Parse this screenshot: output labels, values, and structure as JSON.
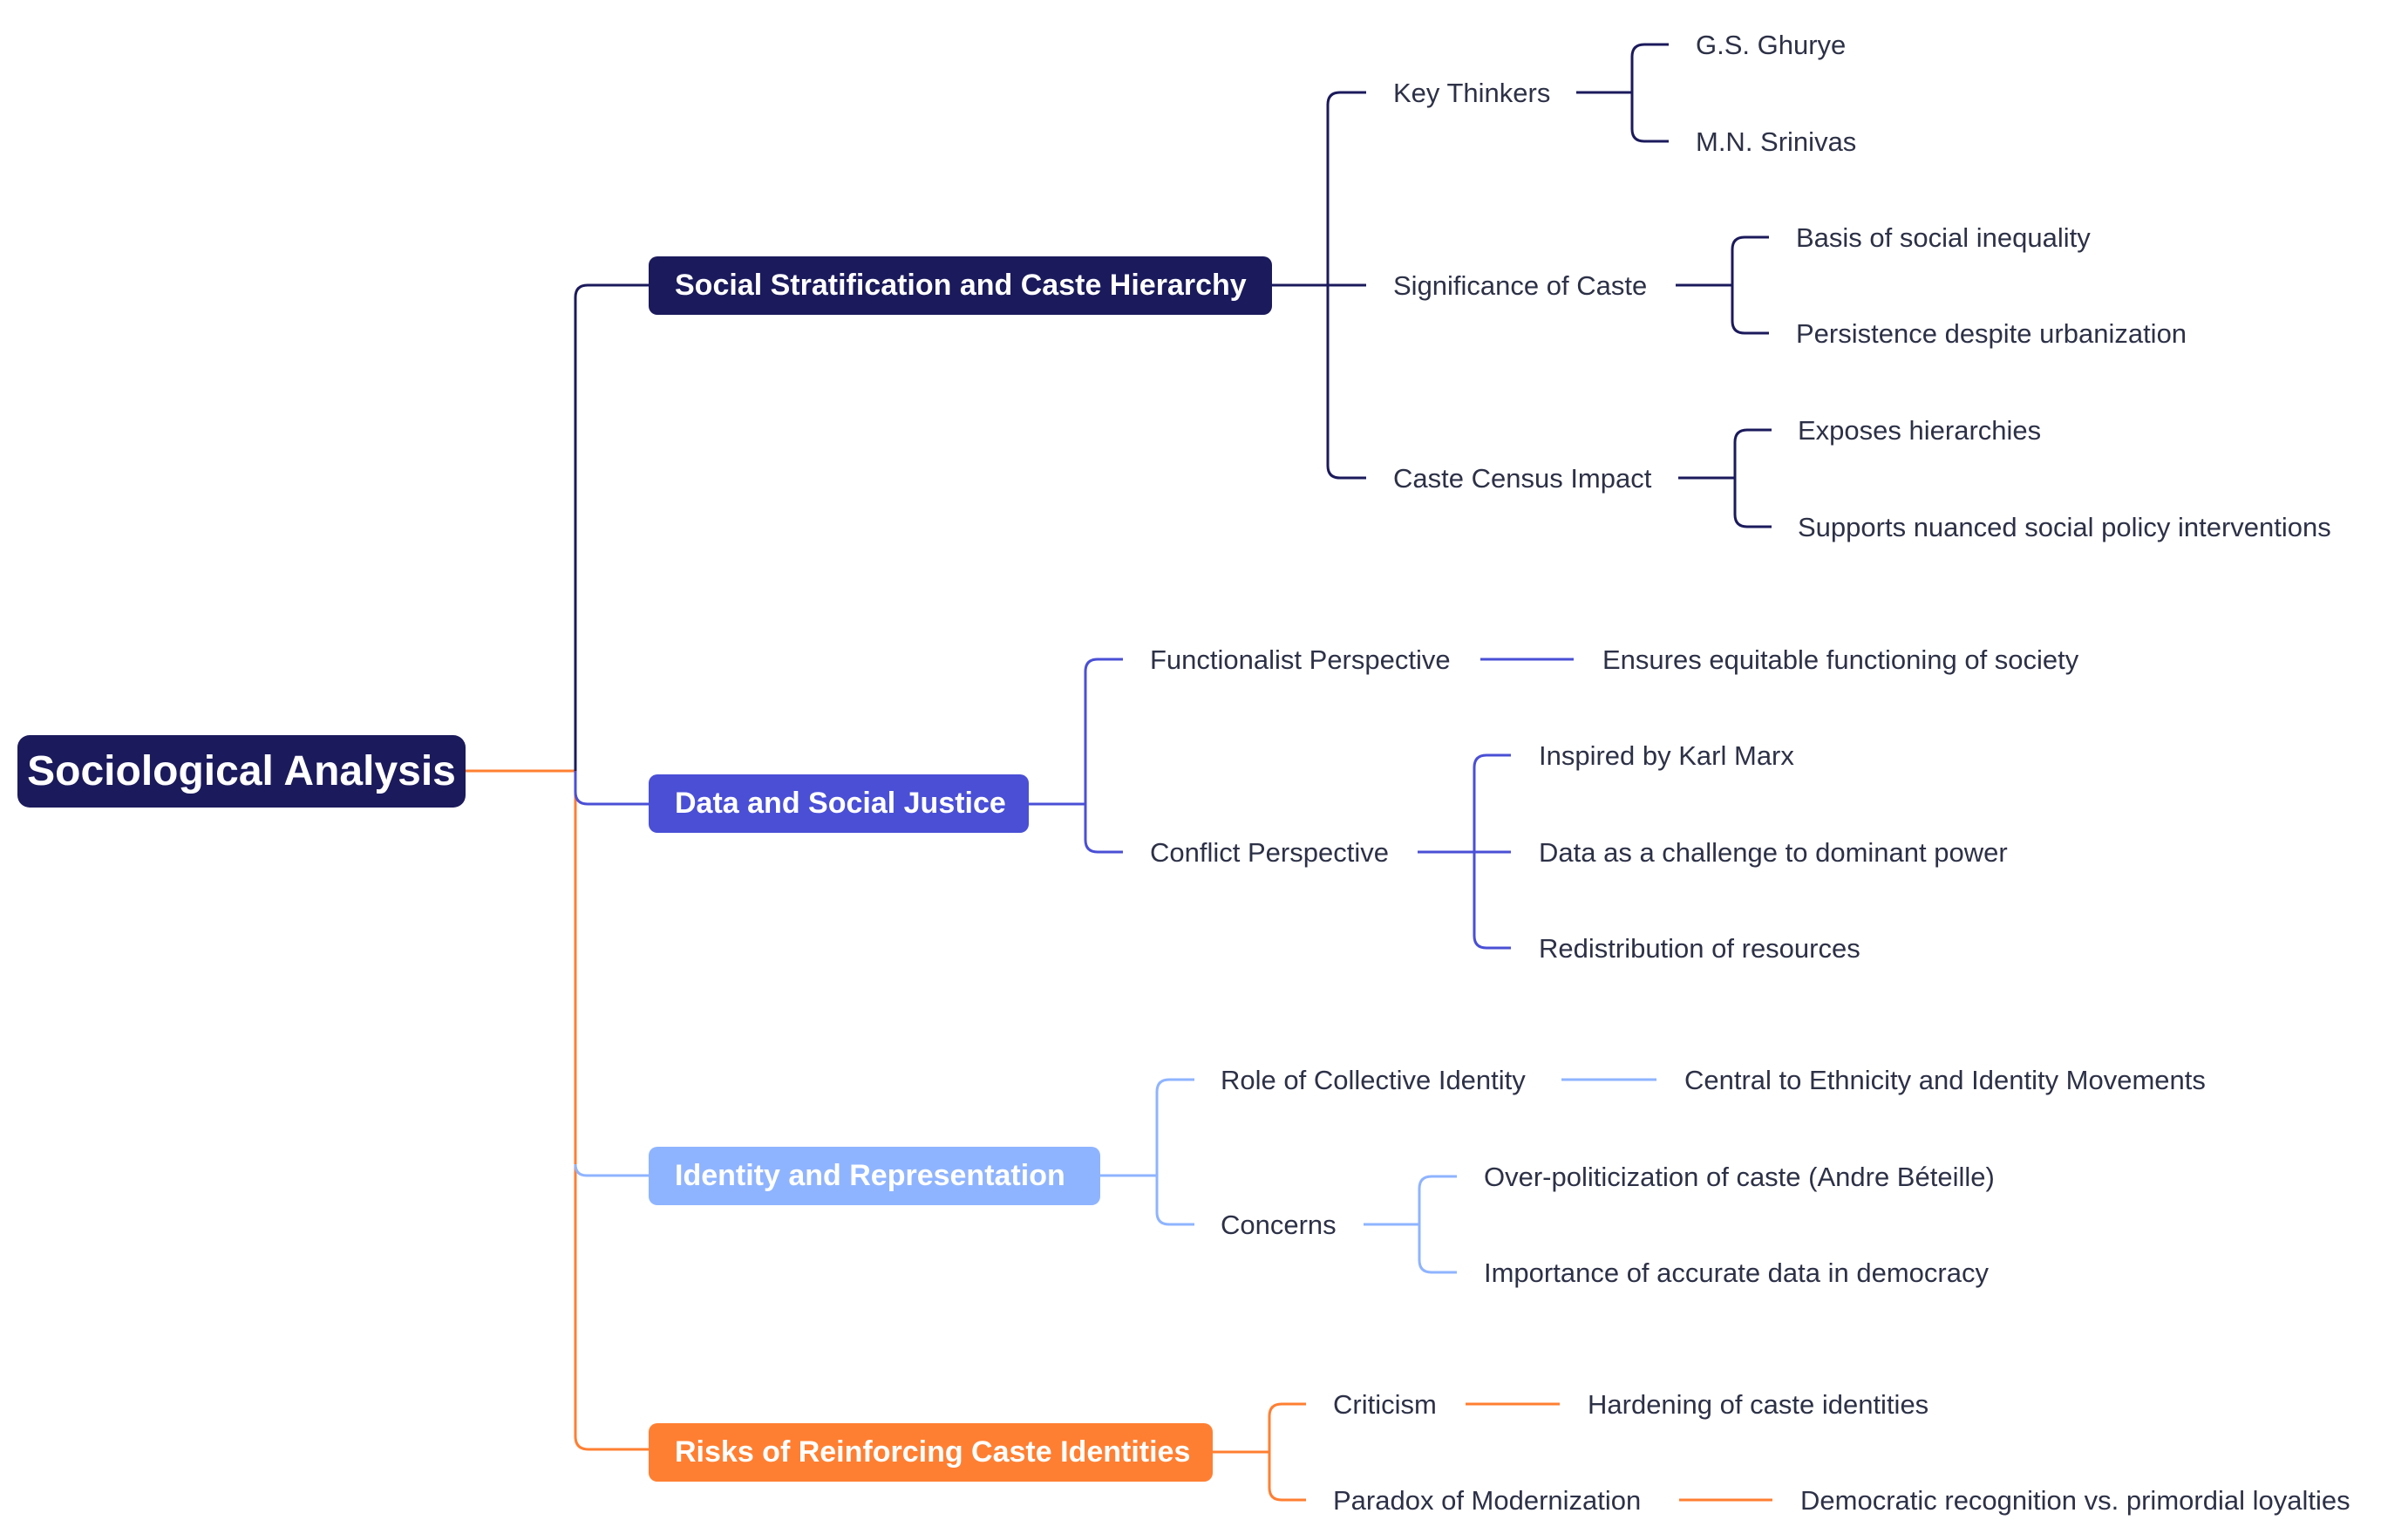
{
  "root": {
    "label": "Sociological Analysis"
  },
  "colors": {
    "root": "#1b1a5c",
    "branch1": "#1b1a5c",
    "branch2": "#4a4fd6",
    "branch3": "#8fb4ff",
    "branch4": "#ff7f32"
  },
  "branches": [
    {
      "label": "Social Stratification and Caste Hierarchy",
      "children": [
        {
          "label": "Key Thinkers",
          "children": [
            "G.S. Ghurye",
            "M.N. Srinivas"
          ]
        },
        {
          "label": "Significance of Caste",
          "children": [
            "Basis of social inequality",
            "Persistence despite urbanization"
          ]
        },
        {
          "label": "Caste Census Impact",
          "children": [
            "Exposes hierarchies",
            "Supports nuanced social policy interventions"
          ]
        }
      ]
    },
    {
      "label": "Data and Social Justice",
      "children": [
        {
          "label": "Functionalist Perspective",
          "children": [
            "Ensures equitable functioning of society"
          ]
        },
        {
          "label": "Conflict Perspective",
          "children": [
            "Inspired by Karl Marx",
            "Data as a challenge to dominant power",
            "Redistribution of resources"
          ]
        }
      ]
    },
    {
      "label": "Identity and Representation",
      "children": [
        {
          "label": "Role of Collective Identity",
          "children": [
            "Central to Ethnicity and Identity Movements"
          ]
        },
        {
          "label": "Concerns",
          "children": [
            "Over-politicization of caste (Andre Béteille)",
            "Importance of accurate data in democracy"
          ]
        }
      ]
    },
    {
      "label": "Risks of Reinforcing Caste Identities",
      "children": [
        {
          "label": "Criticism",
          "children": [
            "Hardening of caste identities"
          ]
        },
        {
          "label": "Paradox of Modernization",
          "children": [
            "Democratic recognition vs. primordial loyalties"
          ]
        }
      ]
    }
  ]
}
